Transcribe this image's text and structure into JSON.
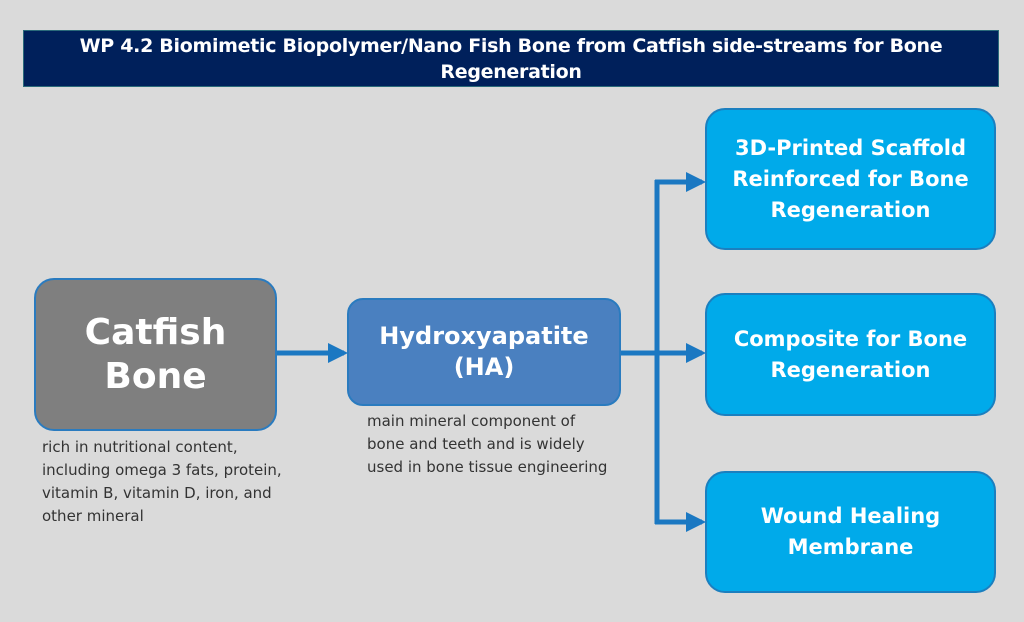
{
  "title": "WP 4.2 Biomimetic Biopolymer/Nano Fish Bone from Catfish side-streams for Bone Regeneration",
  "nodes": {
    "catfish": {
      "label": "Catfish Bone",
      "description": "rich in nutritional content, including omega 3 fats, protein, vitamin B, vitamin D, iron, and other mineral"
    },
    "ha": {
      "label": "Hydroxyapatite (HA)",
      "description": "main mineral component of bone and teeth and is widely used in bone tissue engineering"
    },
    "outputs": [
      {
        "label": "3D-Printed Scaffold Reinforced for Bone Regeneration"
      },
      {
        "label": "Composite for Bone Regeneration"
      },
      {
        "label": "Wound Healing Membrane"
      }
    ]
  },
  "edges": [
    {
      "from": "Catfish Bone",
      "to": "Hydroxyapatite (HA)"
    },
    {
      "from": "Hydroxyapatite (HA)",
      "to": "3D-Printed Scaffold Reinforced for Bone Regeneration"
    },
    {
      "from": "Hydroxyapatite (HA)",
      "to": "Composite for Bone Regeneration"
    },
    {
      "from": "Hydroxyapatite (HA)",
      "to": "Wound Healing Membrane"
    }
  ],
  "colors": {
    "title_bg": "#00205b",
    "catfish_fill": "#7f7f7f",
    "ha_fill": "#4a80c0",
    "output_fill": "#00aaea",
    "connector": "#1b78c2",
    "background": "#dadada"
  }
}
